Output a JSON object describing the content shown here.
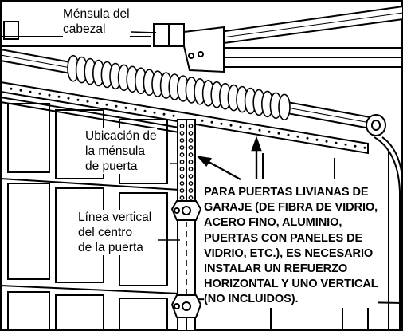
{
  "labels": {
    "header_bracket": [
      "Ménsula del",
      "cabezal"
    ],
    "door_bracket_location": [
      "Ubicación de",
      "la ménsula",
      "de puerta"
    ],
    "vertical_centerline": [
      "Línea vertical",
      "del centro",
      "de la puerta"
    ]
  },
  "warning_note": [
    "PARA PUERTAS LIVIANAS DE",
    "GARAJE (DE FIBRA DE VIDRIO,",
    "ACERO FINO, ALUMINIO,",
    "PUERTAS CON PANELES DE",
    "VIDRIO, ETC.), ES NECESARIO",
    "INSTALAR UN REFUERZO",
    "HORIZONTAL Y UNO VERTICAL",
    "(NO INCLUIDOS)."
  ],
  "colors": {
    "ink": "#000000",
    "paper": "#ffffff"
  }
}
